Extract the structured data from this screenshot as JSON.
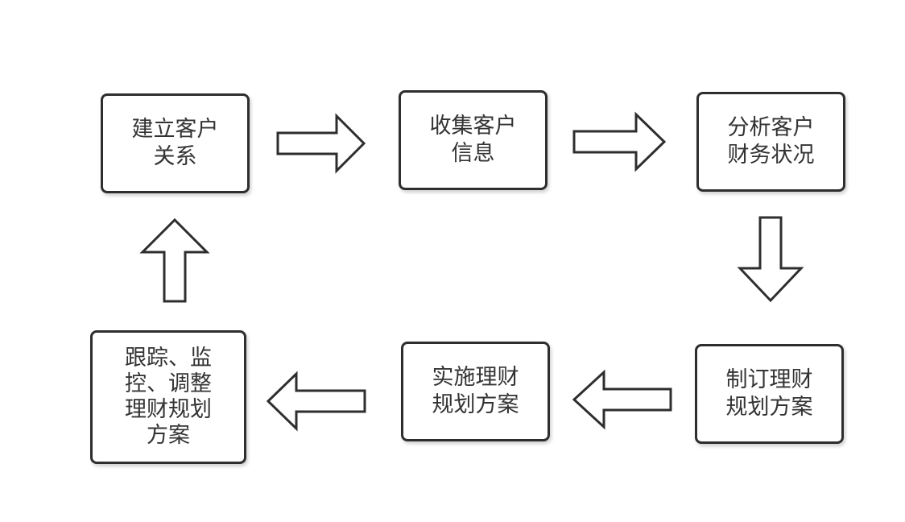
{
  "steps": [
    {
      "lines": [
        "建立客户",
        "关系"
      ]
    },
    {
      "lines": [
        "收集客户",
        "信息"
      ]
    },
    {
      "lines": [
        "分析客户",
        "财务状况"
      ]
    },
    {
      "lines": [
        "制订理财",
        "规划方案"
      ]
    },
    {
      "lines": [
        "实施理财",
        "规划方案"
      ]
    },
    {
      "lines": [
        "跟踪、监",
        "控、调整",
        "理财规划",
        "方案"
      ]
    }
  ]
}
